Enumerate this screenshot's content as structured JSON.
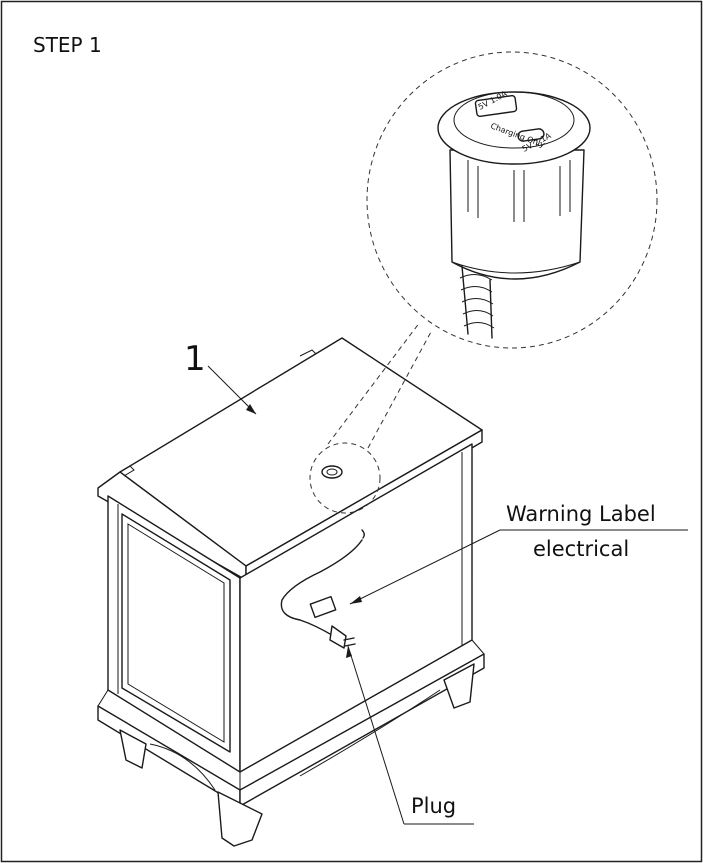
{
  "step": {
    "title": "STEP 1"
  },
  "callouts": {
    "part_number": "1",
    "warning_line1": "Warning Label",
    "warning_line2": "electrical",
    "plug": "Plug"
  },
  "usb_port": {
    "port_a_label": "5V 1.0A",
    "center_label": "Charging Only",
    "port_c_label": "5V 2.1A"
  }
}
